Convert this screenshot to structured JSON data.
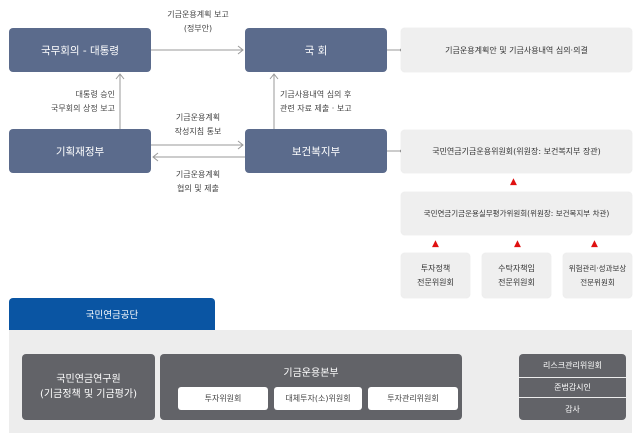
{
  "top": {
    "cabinet": "국무회의 - 대통령",
    "assembly": "국 회",
    "finance": "기획재정부",
    "welfare": "보건복지부",
    "label_report": [
      "기금운용계획 보고",
      "(정부안)"
    ],
    "label_approval": [
      "대통령 승인",
      "국무회의 상정 보고"
    ],
    "label_guideline": [
      "기금운용계획",
      "작성지침 통보"
    ],
    "label_submit": [
      "기금운용계획",
      "협의 및 제출"
    ],
    "label_review": [
      "기금사용내역 심의 후",
      "관련 자료 제출 · 보고"
    ]
  },
  "right": {
    "assembly_role": "기금운용계획안 및 기금사용내역 심의·의결",
    "committee": "국민연금기금운용위원회(위원장: 보건복지부 장관)",
    "eval_committee": "국민연금기금운용실무평가위원회(위원장: 보건복지부 차관)",
    "sub": [
      [
        "투자정책",
        "전문위원회"
      ],
      [
        "수탁자책임",
        "전문위원회"
      ],
      [
        "위험관리·성과보상",
        "전문위원회"
      ]
    ]
  },
  "nps": {
    "tab": "국민연금공단",
    "institute": [
      "국민연금연구원",
      "(기금정책 및 기금평가)"
    ],
    "hq": "기금운용본부",
    "hq_committees": [
      "투자위원회",
      "대체투자(소)위원회",
      "투자관리위원회"
    ],
    "side": [
      "리스크관리위원회",
      "준법감시인",
      "감사"
    ]
  },
  "colors": {
    "navy": "#5b6b8c",
    "blue": "#0a55a3",
    "dark": "#626368",
    "red": "#e01010"
  }
}
